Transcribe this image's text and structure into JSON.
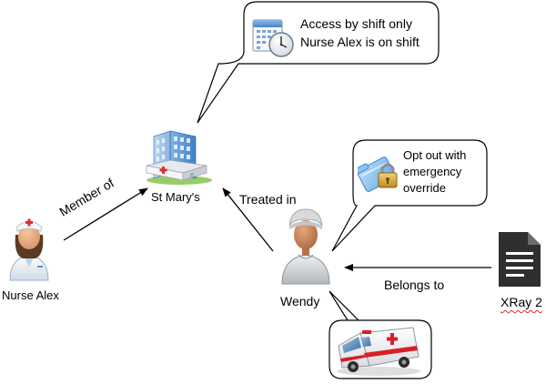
{
  "nodes": {
    "nurse": {
      "label": "Nurse Alex",
      "icon": "nurse-icon"
    },
    "hospital": {
      "label": "St Mary's",
      "icon": "hospital-building-icon"
    },
    "patient": {
      "label": "Wendy",
      "icon": "patient-icon"
    },
    "xray": {
      "label": "XRay 2",
      "icon": "document-icon"
    }
  },
  "edges": {
    "member_of": "Member of",
    "treated_in": "Treated in",
    "belongs_to": "Belongs to"
  },
  "callouts": {
    "shift": {
      "icon": "calendar-clock-icon",
      "line1": "Access by shift only",
      "line2": "Nurse Alex is on shift"
    },
    "override": {
      "icon": "locked-folder-icon",
      "line1": "Opt out with",
      "line2": "emergency",
      "line3": "override"
    },
    "ambulance": {
      "icon": "ambulance-icon"
    }
  },
  "colors": {
    "line": "#000000",
    "bubble_fill": "#ffffff",
    "ambulance_red": "#d81f26",
    "spellcheck_underline": "#d42a2a"
  }
}
